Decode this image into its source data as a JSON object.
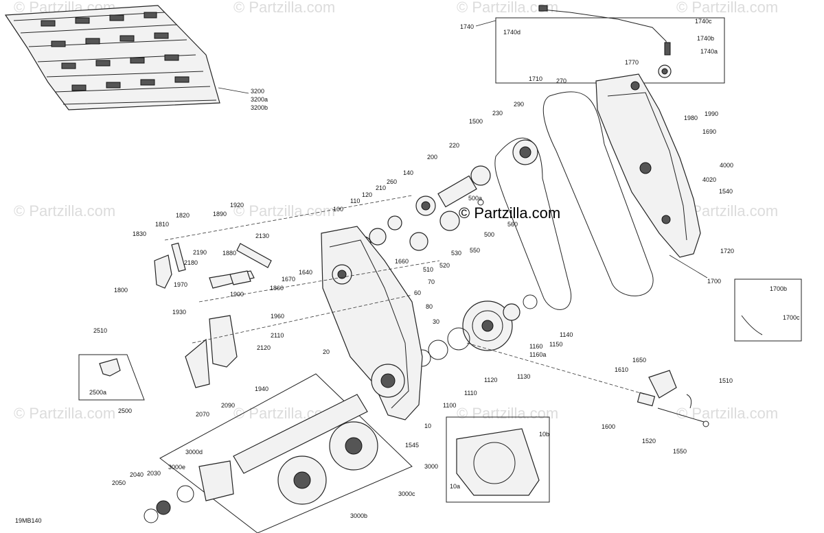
{
  "diagram_id": "19MB140",
  "brand": "© Partzilla.com",
  "watermark": "© Partzilla.com",
  "callouts": {
    "c10": "10",
    "c10a": "10a",
    "c10b": "10b",
    "c20": "20",
    "c30": "30",
    "c60": "60",
    "c70": "70",
    "c80": "80",
    "c100": "100",
    "c110": "110",
    "c120": "120",
    "c140": "140",
    "c200": "200",
    "c210": "210",
    "c220": "220",
    "c230": "230",
    "c260": "260",
    "c270": "270",
    "c290": "290",
    "c500": "500",
    "c500a": "500a",
    "c510": "510",
    "c520": "520",
    "c530": "530",
    "c550": "550",
    "c560": "560",
    "c1100": "1100",
    "c1110": "1110",
    "c1120": "1120",
    "c1130": "1130",
    "c1140": "1140",
    "c1150": "1150",
    "c1160": "1160",
    "c1160a": "1160a",
    "c1500": "1500",
    "c1510": "1510",
    "c1520": "1520",
    "c1540": "1540",
    "c1545": "1545",
    "c1550": "1550",
    "c1600": "1600",
    "c1610": "1610",
    "c1640": "1640",
    "c1650": "1650",
    "c1660": "1660",
    "c1670": "1670",
    "c1690": "1690",
    "c1700": "1700",
    "c1700b": "1700b",
    "c1700c": "1700c",
    "c1710": "1710",
    "c1720": "1720",
    "c1740": "1740",
    "c1740a": "1740a",
    "c1740b": "1740b",
    "c1740c": "1740c",
    "c1740d": "1740d",
    "c1770": "1770",
    "c1800": "1800",
    "c1810": "1810",
    "c1820": "1820",
    "c1830": "1830",
    "c1860": "1860",
    "c1880": "1880",
    "c1890": "1890",
    "c1900": "1900",
    "c1920": "1920",
    "c1930": "1930",
    "c1940": "1940",
    "c1960": "1960",
    "c1970": "1970",
    "c1980": "1980",
    "c1990": "1990",
    "c2030": "2030",
    "c2040": "2040",
    "c2050": "2050",
    "c2070": "2070",
    "c2090": "2090",
    "c2110": "2110",
    "c2120": "2120",
    "c2130": "2130",
    "c2180": "2180",
    "c2190": "2190",
    "c2500": "2500",
    "c2500a": "2500a",
    "c2510": "2510",
    "c3000": "3000",
    "c3000b": "3000b",
    "c3000c": "3000c",
    "c3000d": "3000d",
    "c3000e": "3000e",
    "c3200": "3200",
    "c3200a": "3200a",
    "c3200b": "3200b",
    "c4000": "4000",
    "c4020": "4020"
  }
}
